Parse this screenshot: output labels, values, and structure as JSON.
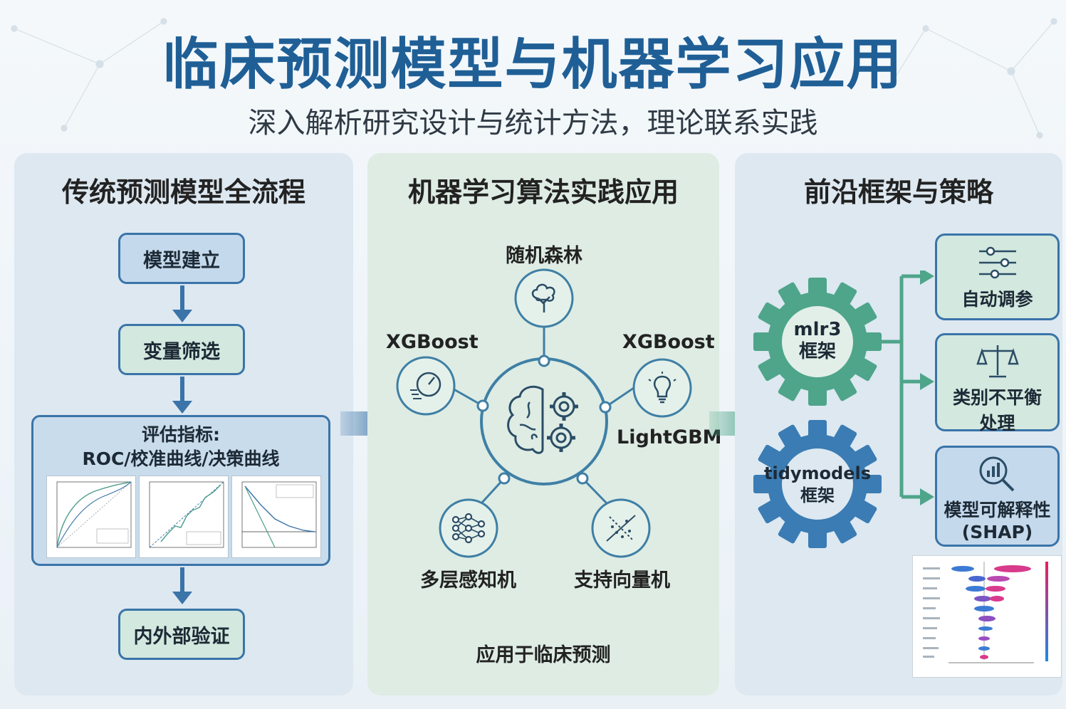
{
  "title": "临床预测模型与机器学习应用",
  "subtitle": "深入解析研究设计与统计方法，理论联系实践",
  "panel1": {
    "title": "传统预测模型全流程",
    "step1": "模型建立",
    "step2": "变量筛选",
    "eval_line1": "评估指标:",
    "eval_line2": "ROC/校准曲线/决策曲线",
    "step4": "内外部验证"
  },
  "panel2": {
    "title": "机器学习算法实践应用",
    "rf": "随机森林",
    "xgb_left": "XGBoost",
    "xgb_right": "XGBoost",
    "lgbm": "LightGBM",
    "mlp": "多层感知机",
    "svm": "支持向量机",
    "footer": "应用于临床预测"
  },
  "panel3": {
    "title": "前沿框架与策略",
    "gear1_line1": "mlr3",
    "gear1_line2": "框架",
    "gear2_line1": "tidymodels",
    "gear2_line2": "框架",
    "item1": "自动调参",
    "item2_line1": "类别不平衡",
    "item2_line2": "处理",
    "item3_line1": "模型可解释性",
    "item3_line2": "(SHAP)"
  },
  "colors": {
    "title_blue": "#1f5f96",
    "teal_gear": "#4ea58a",
    "blue_gear": "#3a7cb3",
    "arrow_blue": "#3a74a8"
  },
  "icons": [
    "tree-icon",
    "speedometer-icon",
    "lightbulb-icon",
    "brain-gear-icon",
    "neural-network-icon",
    "scatter-icon",
    "sliders-icon",
    "balance-scale-icon",
    "chart-magnifier-icon"
  ]
}
